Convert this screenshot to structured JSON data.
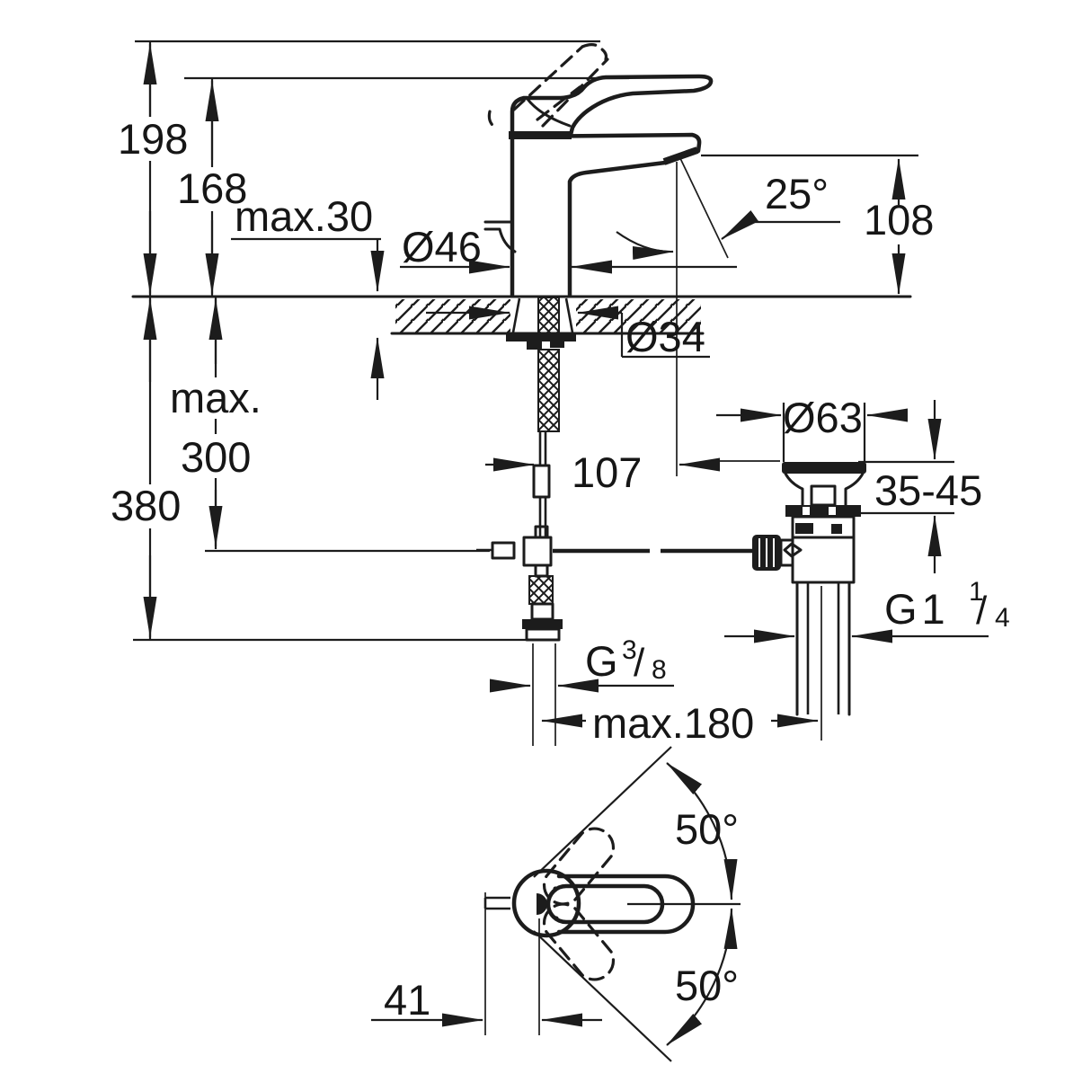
{
  "drawing": {
    "type": "technical-dimension-drawing",
    "subject": "single-lever basin mixer faucet with pop-up waste, front section view and top view",
    "background": "#ffffff",
    "ink_color": "#1c1c1c",
    "units": "mm (implied)"
  },
  "labels": {
    "front": {
      "total_height": "198",
      "handle_height": "168",
      "deck_thickness": "max.30",
      "body_diameter": "Ø46",
      "stream_angle": "25°",
      "spout_height": "108",
      "hole_diameter": "Ø34",
      "hose_depth_line1": "max.",
      "hose_depth_line2": "300",
      "install_depth": "380",
      "spout_reach": "107",
      "drain_flange_diameter": "Ø63",
      "basin_thickness_range": "35-45",
      "drain_thread_main": "G1",
      "drain_thread_sup": "1",
      "drain_thread_slash": "/",
      "drain_thread_sub": "4",
      "supply_thread_main": "G",
      "supply_thread_sup": "3",
      "supply_thread_slash": "/",
      "supply_thread_sub": "8",
      "rod_max_reach": "max.180"
    },
    "top": {
      "swivel_angle_upper": "50°",
      "swivel_angle_lower": "50°",
      "handle_offset": "41"
    }
  }
}
